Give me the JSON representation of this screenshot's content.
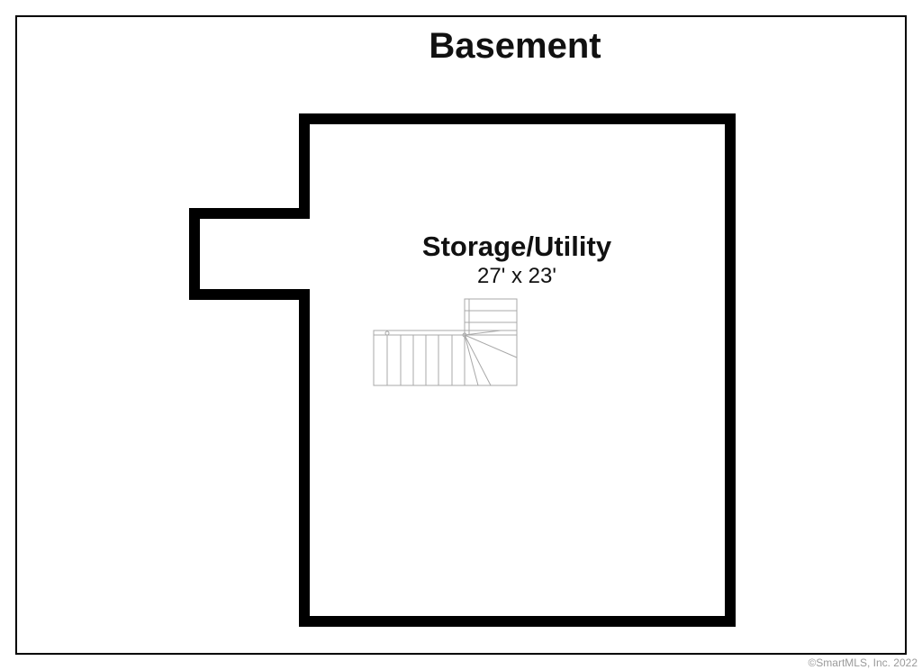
{
  "floor": {
    "title": "Basement"
  },
  "room": {
    "name": "Storage/Utility",
    "dimensions": "27' x 23'"
  },
  "footer": {
    "copyright": "©SmartMLS, Inc.  2022"
  },
  "colors": {
    "wall": "#000000",
    "frame": "#000000",
    "stairs": "#a8a8a8",
    "text": "#111111",
    "copyright": "#9a9a9a"
  }
}
